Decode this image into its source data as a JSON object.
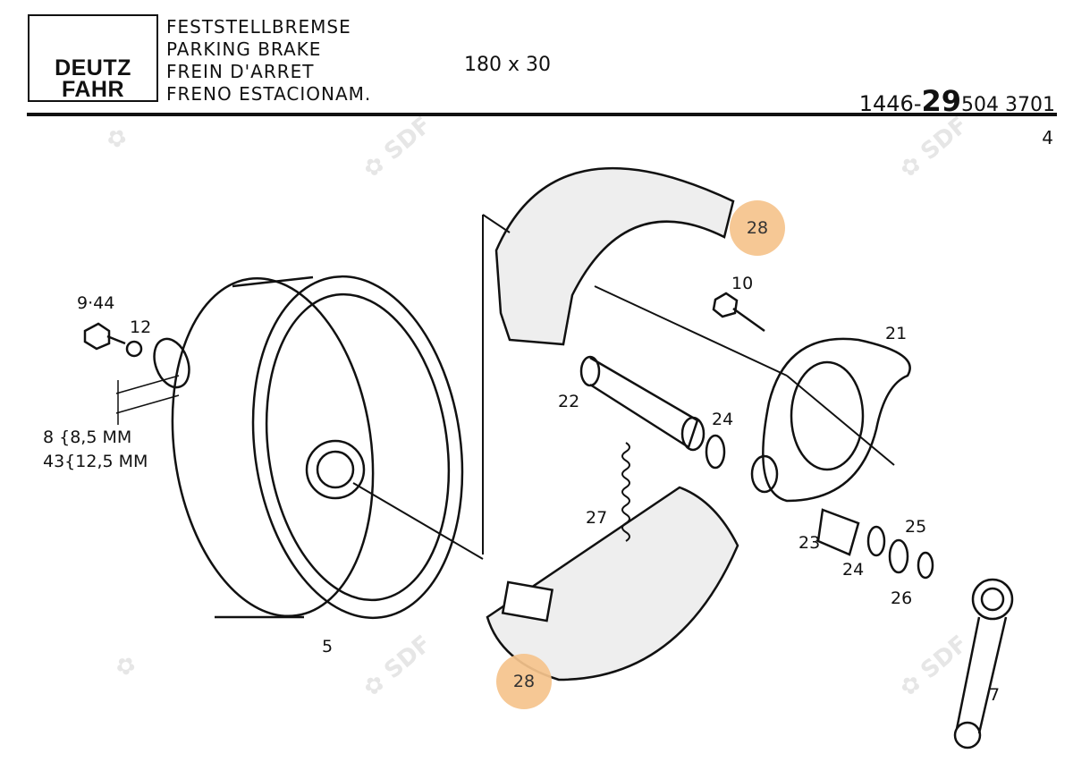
{
  "header": {
    "logo": [
      "DEUTZ",
      "FAHR"
    ],
    "titles": [
      "FESTSTELLBREMSE",
      "PARKING BRAKE",
      "FREIN D'ARRET",
      "FRENO ESTACIONAM."
    ],
    "dimensions": "180 x 30",
    "part_number_prefix": "1446-",
    "part_number_group": "29",
    "part_number_suffix": "504 3701",
    "sheet": "4"
  },
  "labels": {
    "l944": "9·44",
    "l12": "12",
    "l8": "8 {8,5 MM",
    "l43": "43{12,5 MM",
    "l5": "5",
    "l10": "10",
    "l21": "21",
    "l22": "22",
    "l24a": "24",
    "l27": "27",
    "l23": "23",
    "l24b": "24",
    "l25": "25",
    "l26": "26",
    "l7": "7"
  },
  "hotspots": {
    "top": "28",
    "bottom": "28"
  },
  "colors": {
    "hotspot": "#f6c48d",
    "ink": "#111111"
  }
}
